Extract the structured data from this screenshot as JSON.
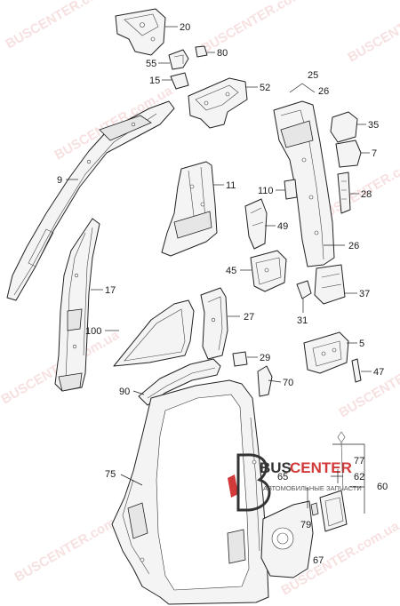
{
  "watermark": {
    "text": "BUSCENTER.com.ua",
    "color": "#e8a0a0"
  },
  "logo": {
    "name_part1": "BUS",
    "name_part2": "CENTER",
    "tagline": "АВТОМОБИЛЬНЫЕ ЗАПЧАСТИ",
    "color_dark": "#333333",
    "color_accent": "#d23a3a"
  },
  "callouts": {
    "p20": "20",
    "p80": "80",
    "p55": "55",
    "p15": "15",
    "p52": "52",
    "p25": "25",
    "p26a": "26",
    "p35": "35",
    "p7": "7",
    "p9": "9",
    "p11": "11",
    "p110": "110",
    "p28": "28",
    "p49": "49",
    "p26b": "26",
    "p17": "17",
    "p45": "45",
    "p37": "37",
    "p31": "31",
    "p100": "100",
    "p27": "27",
    "p5": "5",
    "p29": "29",
    "p47": "47",
    "p90": "90",
    "p70": "70",
    "p75": "75",
    "p77": "77",
    "p65": "65",
    "p62": "62",
    "p60": "60",
    "p79": "79",
    "p67": "67"
  }
}
